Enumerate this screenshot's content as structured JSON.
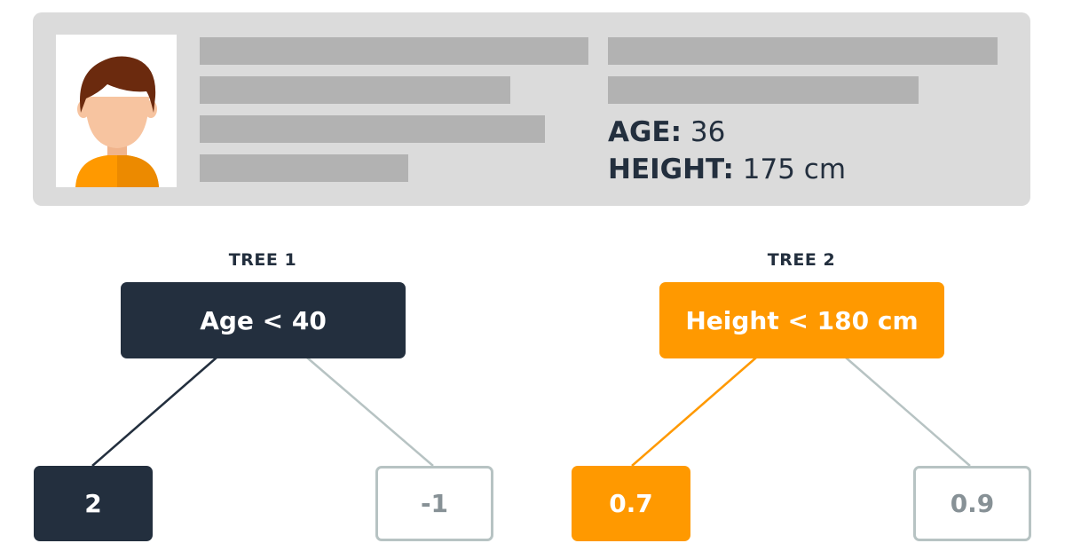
{
  "profile": {
    "avatar_icon": "person-avatar-icon",
    "age_label": "AGE:",
    "age_value": "36",
    "height_label": "HEIGHT:",
    "height_value": "175 cm"
  },
  "trees": [
    {
      "label": "TREE 1",
      "root": "Age < 40",
      "left_leaf": "2",
      "right_leaf": "-1"
    },
    {
      "label": "TREE 2",
      "root": "Height < 180 cm",
      "left_leaf": "0.7",
      "right_leaf": "0.9"
    }
  ],
  "colors": {
    "dark": "#232f3e",
    "orange": "#ff9900",
    "card": "#dbdbdb",
    "placeholder_bar": "#b2b2b2",
    "outline": "#b7c3c3",
    "muted_text": "#879196"
  }
}
